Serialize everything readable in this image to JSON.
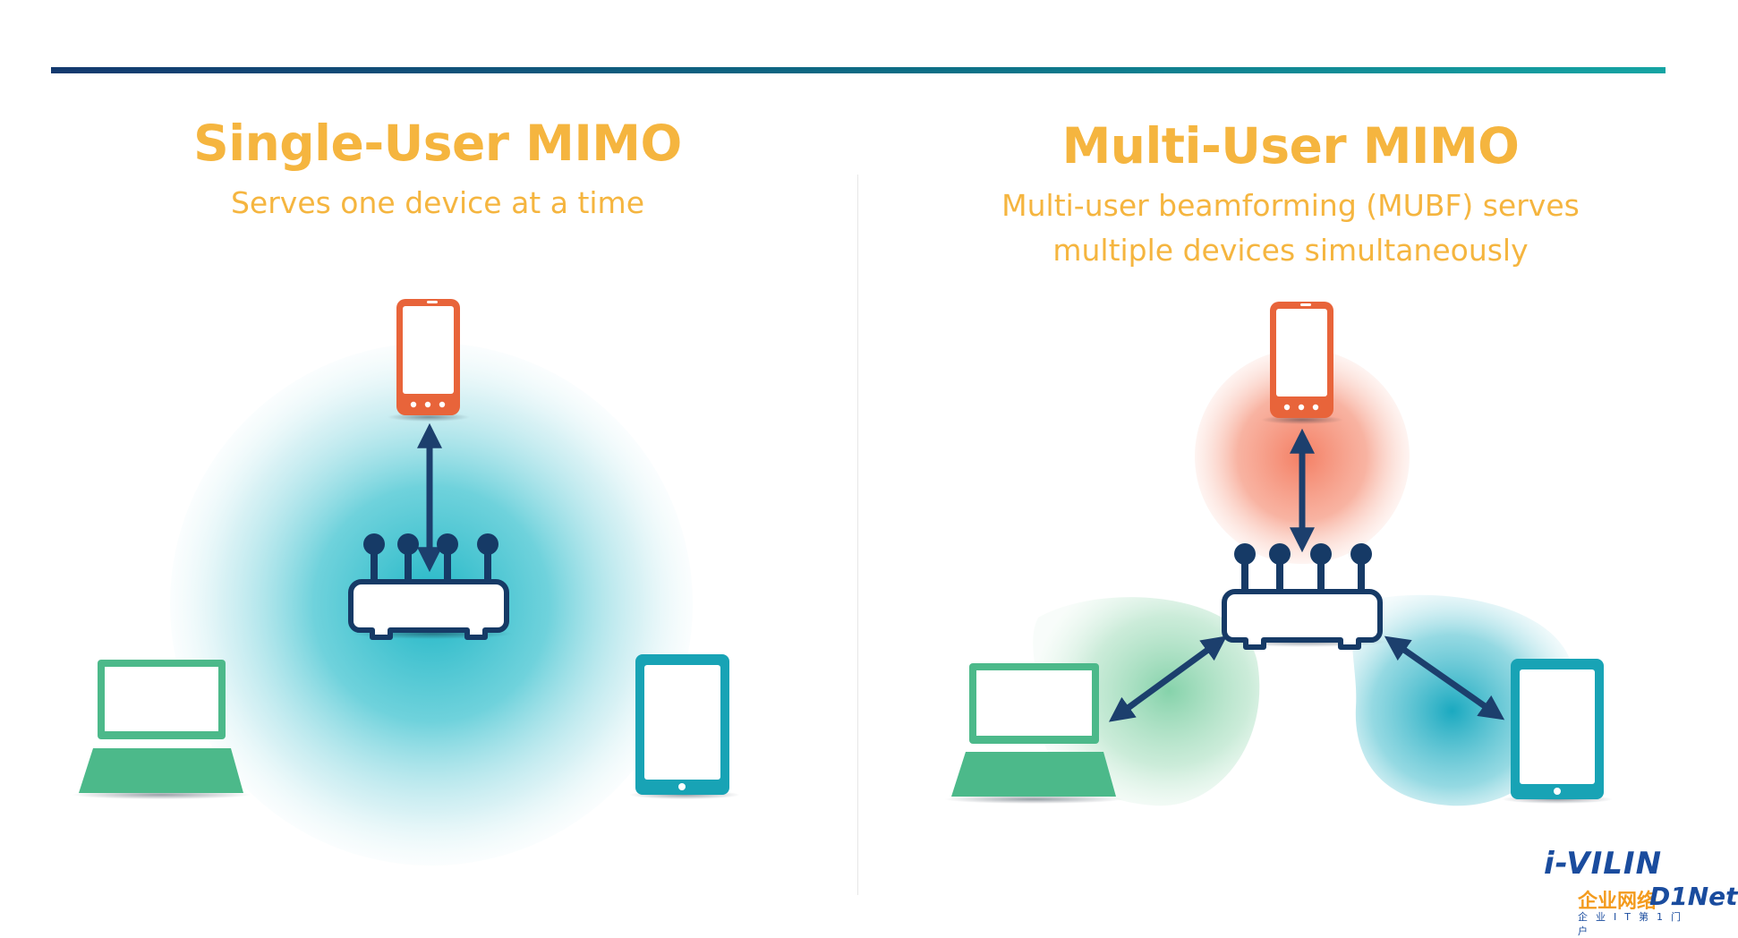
{
  "single_user": {
    "title": "Single-User MIMO",
    "subtitle": "Serves one device at a time"
  },
  "multi_user": {
    "title": "Multi-User MIMO",
    "subtitle_line1": "Multi-user beamforming (MUBF) serves",
    "subtitle_line2": "multiple devices simultaneously"
  },
  "logo": {
    "wordmark": "i-VILIN",
    "sub_left": "企业网络",
    "sub_right": "D1Net",
    "tagline": "企业IT第1门户"
  },
  "colors": {
    "title": "#f5b53f",
    "subtitle": "#f5b53f",
    "rule_start": "#13396e",
    "rule_end": "#15a4a3",
    "phone": "#e8643a",
    "laptop": "#4cb98a",
    "tablet": "#18a3b5",
    "router_outline": "#163a66",
    "arrow": "#1c3f6d",
    "coverage_cyan": "#20b6c6",
    "beam_red": "#f47f64",
    "beam_green": "#7fd0a6",
    "beam_cyan": "#1aa9c0",
    "logo_blue": "#1a4c9e",
    "logo_orange": "#f39b1e"
  },
  "icons": [
    "phone-icon",
    "laptop-icon",
    "tablet-icon",
    "router-icon"
  ]
}
